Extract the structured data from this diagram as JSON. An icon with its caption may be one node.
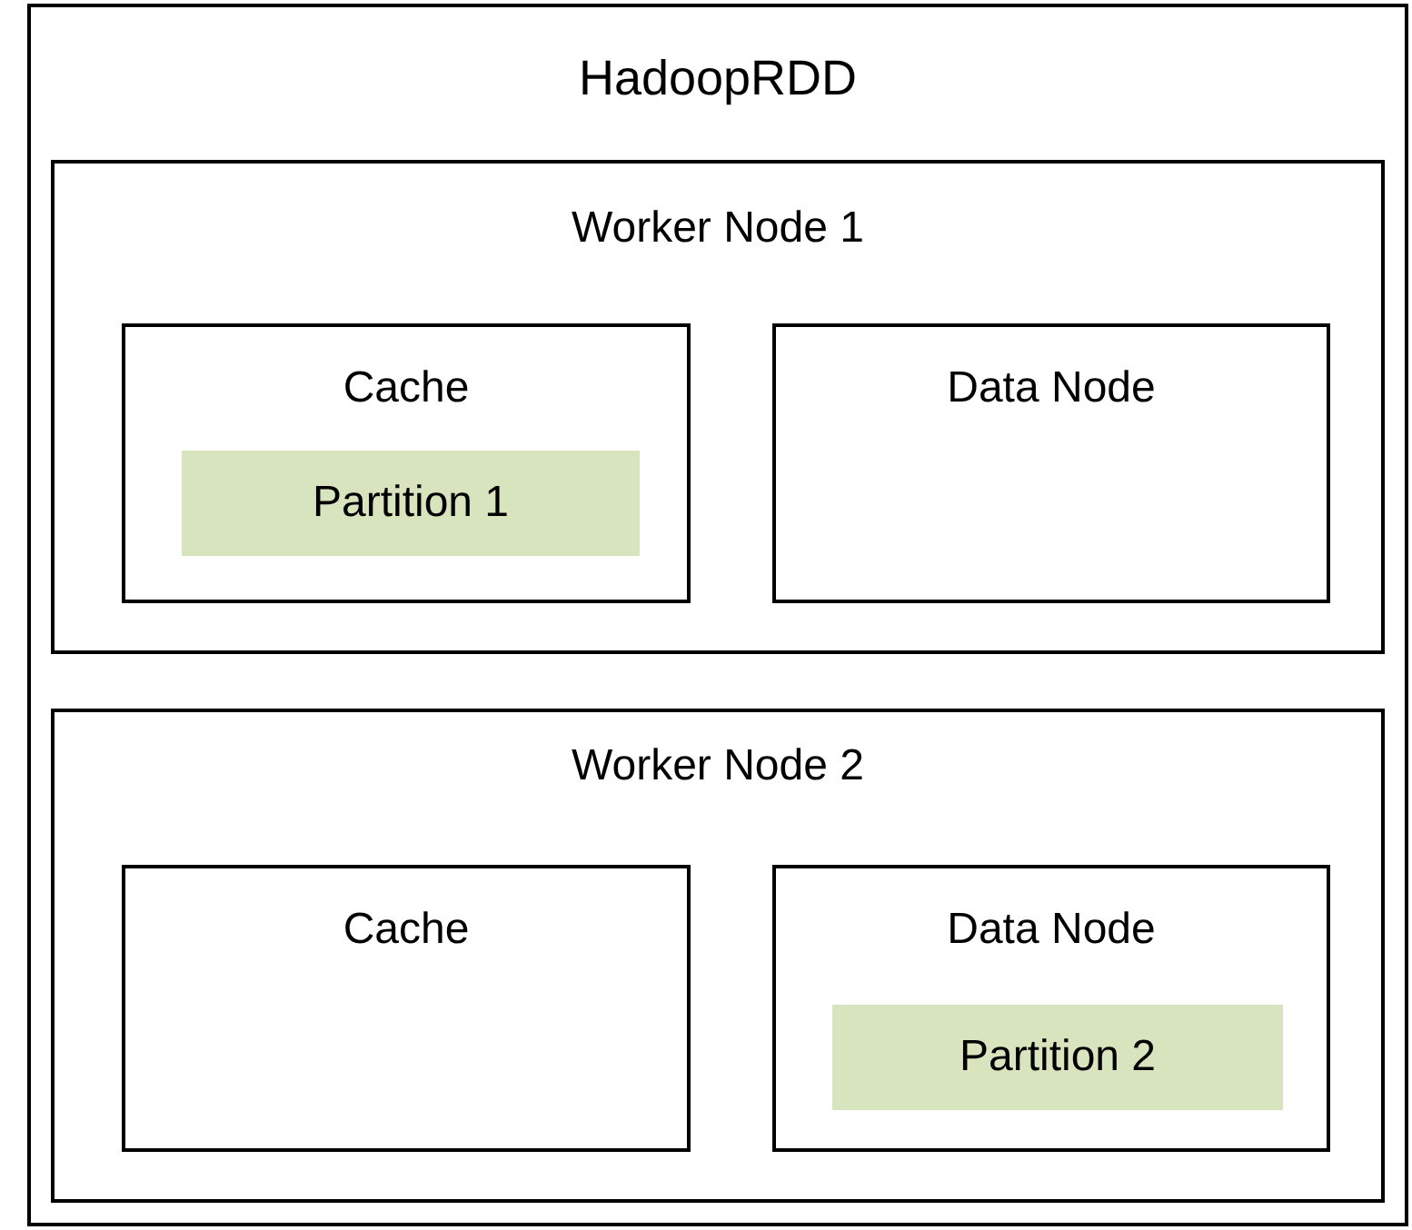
{
  "diagram": {
    "nodes": [
      {
        "text": [
          "HadoopRDD"
        ]
      },
      {
        "text": [
          "Worker Node 1"
        ],
        "in": 0
      },
      {
        "text": [
          "Cache"
        ],
        "in": 1
      },
      {
        "text": [
          "Partition 1"
        ],
        "in": 2
      },
      {
        "text": [
          "Data Node"
        ],
        "in": 1
      },
      {
        "text": [
          "Worker Node 2"
        ],
        "in": 0
      },
      {
        "text": [
          "Cache"
        ],
        "in": 5
      },
      {
        "text": [
          "Data Node"
        ],
        "in": 5
      },
      {
        "text": [
          "Partition 2"
        ],
        "in": 7
      }
    ]
  }
}
